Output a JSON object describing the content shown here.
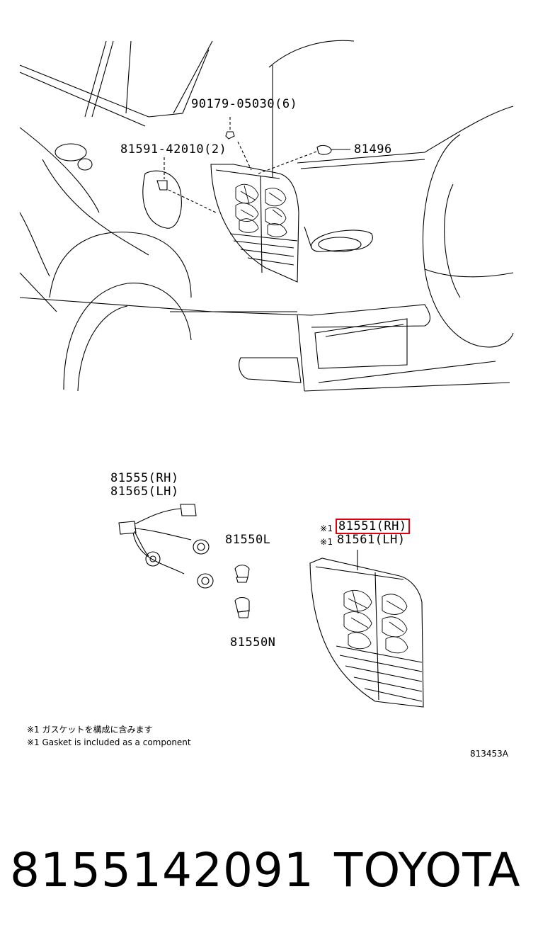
{
  "callouts": {
    "screw": "90179-05030(6)",
    "clip": "81591-42010(2)",
    "socket_top": "81496",
    "wire_rh": "81555(RH)",
    "wire_lh": "81565(LH)",
    "bulb_l": "81550L",
    "bulb_n": "81550N",
    "lamp_rh_mark": "※1",
    "lamp_rh": "81551(RH)",
    "lamp_lh_mark": "※1",
    "lamp_lh": "81561(LH)"
  },
  "notes": {
    "jp": "※1 ガスケットを構成に含みます",
    "en": "※1 Gasket is included as a component"
  },
  "diagram_ref": "813453A",
  "footer": {
    "part_number": "8155142091",
    "brand": "TOYOTA"
  },
  "colors": {
    "line": "#000000",
    "highlight": "#e0000b"
  }
}
